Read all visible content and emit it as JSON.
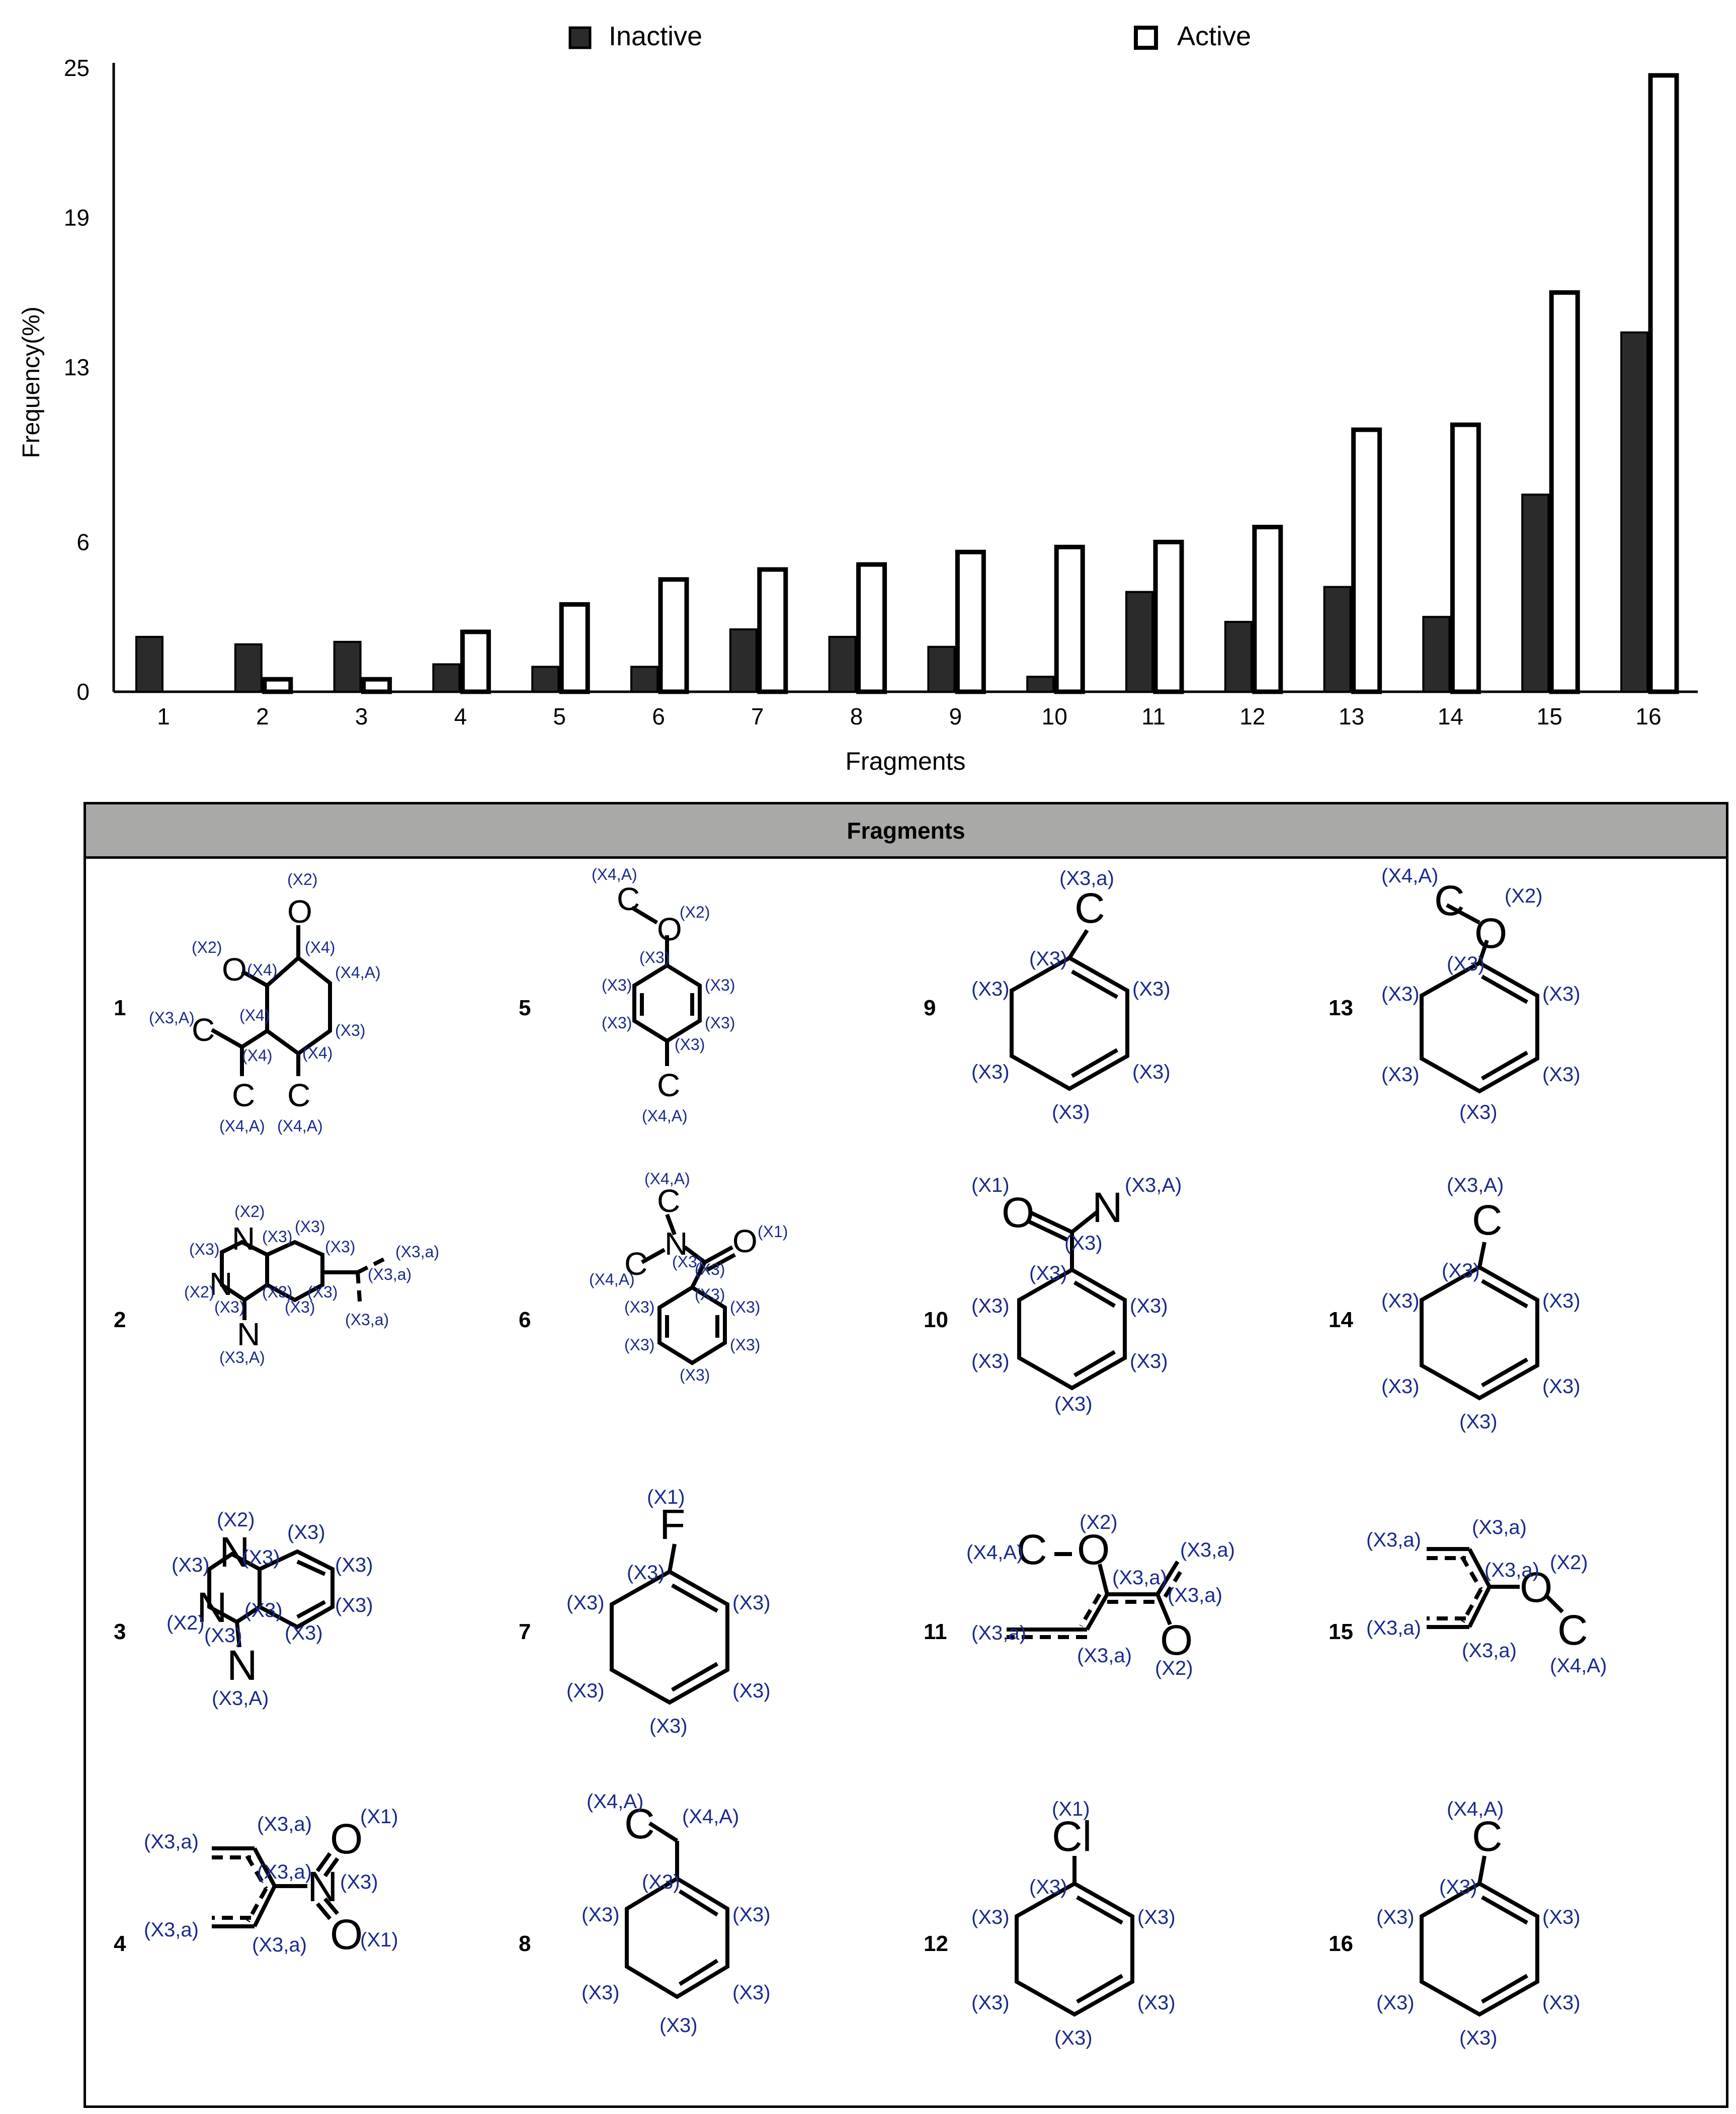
{
  "chart_data": {
    "type": "bar",
    "categories": [
      "1",
      "2",
      "3",
      "4",
      "5",
      "6",
      "7",
      "8",
      "9",
      "10",
      "11",
      "12",
      "13",
      "14",
      "15",
      "16"
    ],
    "series": [
      {
        "name": "Inactive",
        "color": "#2b2b2b",
        "values": [
          2.2,
          1.9,
          2.0,
          1.1,
          1.0,
          1.0,
          2.5,
          2.2,
          1.8,
          0.6,
          4.0,
          2.8,
          4.2,
          3.0,
          7.9,
          14.4
        ]
      },
      {
        "name": "Active",
        "color": "#ffffff",
        "values": [
          0,
          0.5,
          0.5,
          2.4,
          3.5,
          4.5,
          4.9,
          5.1,
          5.6,
          5.8,
          6.0,
          6.6,
          10.5,
          10.7,
          16.0,
          24.7
        ]
      }
    ],
    "title": "",
    "xlabel": "Fragments",
    "ylabel": "Frequency(%)",
    "ylim": [
      0,
      25
    ],
    "yticks": [
      "0",
      "6",
      "13",
      "19",
      "25"
    ],
    "ytick_values": [
      0,
      6,
      13,
      19,
      25
    ],
    "legend_position": "top",
    "grid": false
  },
  "panel": {
    "header": "Fragments",
    "numbers": [
      "1",
      "5",
      "9",
      "13",
      "2",
      "6",
      "10",
      "14",
      "3",
      "7",
      "11",
      "15",
      "4",
      "8",
      "12",
      "16"
    ]
  },
  "structures": {
    "f1": {
      "atoms": [
        "O",
        "O",
        "C",
        "C",
        "C"
      ],
      "labels": [
        "(X2)",
        "(X2)",
        "(X4)",
        "(X4)",
        "(X4,A)",
        "(X3,A)",
        "(X4)",
        "(X3)",
        "(X4)",
        "(X4)",
        "(X4,A)",
        "(X4,A)"
      ]
    },
    "f5": {
      "atoms": [
        "C",
        "O",
        "C"
      ],
      "labels": [
        "(X4,A)",
        "(X2)",
        "(X3)",
        "(X3)",
        "(X3)",
        "(X3)",
        "(X3)",
        "(X3)",
        "(X4,A)"
      ]
    },
    "f9": {
      "atoms": [
        "C"
      ],
      "labels": [
        "(X3,a)",
        "(X3)",
        "(X3)",
        "(X3)",
        "(X3)",
        "(X3)",
        "(X3)"
      ]
    },
    "f13": {
      "atoms": [
        "C",
        "O"
      ],
      "labels": [
        "(X4,A)",
        "(X2)",
        "(X3)",
        "(X3)",
        "(X3)",
        "(X3)",
        "(X3)",
        "(X3)"
      ]
    },
    "f2": {
      "atoms": [
        "N",
        "N",
        "N"
      ],
      "labels": [
        "(X2)",
        "(X3)",
        "(X3)",
        "(X3)",
        "(X3)",
        "(X2)",
        "(X3)",
        "(X3)",
        "(X3)",
        "(X3)",
        "(X3,a)",
        "(X3,a)",
        "(X3,a)",
        "(X3,A)"
      ]
    },
    "f6": {
      "atoms": [
        "C",
        "N",
        "C",
        "O"
      ],
      "labels": [
        "(X4,A)",
        "(X1)",
        "(X4,A)",
        "(X3)",
        "(X3)",
        "(X3)",
        "(X3)",
        "(X3)",
        "(X3)",
        "(X3)",
        "(X3)"
      ]
    },
    "f10": {
      "atoms": [
        "O",
        "N"
      ],
      "labels": [
        "(X1)",
        "(X3,A)",
        "(X3)",
        "(X3)",
        "(X3)",
        "(X3)",
        "(X3)",
        "(X3)",
        "(X3)"
      ]
    },
    "f14": {
      "atoms": [
        "C"
      ],
      "labels": [
        "(X3,A)",
        "(X3)",
        "(X3)",
        "(X3)",
        "(X3)",
        "(X3)",
        "(X3)"
      ]
    },
    "f3": {
      "atoms": [
        "N",
        "N",
        "N"
      ],
      "labels": [
        "(X2)",
        "(X3)",
        "(X3)",
        "(X3)",
        "(X3)",
        "(X3)",
        "(X2)",
        "(X3)",
        "(X3)",
        "(X3)",
        "(X3,A)"
      ]
    },
    "f7": {
      "atoms": [
        "F"
      ],
      "labels": [
        "(X1)",
        "(X3)",
        "(X3)",
        "(X3)",
        "(X3)",
        "(X3)",
        "(X3)"
      ]
    },
    "f11": {
      "atoms": [
        "C",
        "O",
        "O"
      ],
      "labels": [
        "(X4,A)",
        "(X2)",
        "(X3,a)",
        "(X3,a)",
        "(X3,a)",
        "(X3,a)",
        "(X3,a)",
        "(X2)"
      ]
    },
    "f15": {
      "atoms": [
        "O",
        "C"
      ],
      "labels": [
        "(X3,a)",
        "(X3,a)",
        "(X3,a)",
        "(X2)",
        "(X3,a)",
        "(X3,a)",
        "(X4,A)"
      ]
    },
    "f4": {
      "atoms": [
        "N",
        "O",
        "O"
      ],
      "labels": [
        "(X3,a)",
        "(X3,a)",
        "(X3,a)",
        "(X1)",
        "(X3)",
        "(X3,a)",
        "(X3,a)",
        "(X1)"
      ]
    },
    "f8": {
      "atoms": [
        "C"
      ],
      "labels": [
        "(X4,A)",
        "(X4,A)",
        "(X3)",
        "(X3)",
        "(X3)",
        "(X3)",
        "(X3)",
        "(X3)"
      ]
    },
    "f12": {
      "atoms": [
        "Cl"
      ],
      "labels": [
        "(X1)",
        "(X3)",
        "(X3)",
        "(X3)",
        "(X3)",
        "(X3)",
        "(X3)"
      ]
    },
    "f16": {
      "atoms": [
        "C"
      ],
      "labels": [
        "(X4,A)",
        "(X3)",
        "(X3)",
        "(X3)",
        "(X3)",
        "(X3)",
        "(X3)"
      ]
    }
  }
}
